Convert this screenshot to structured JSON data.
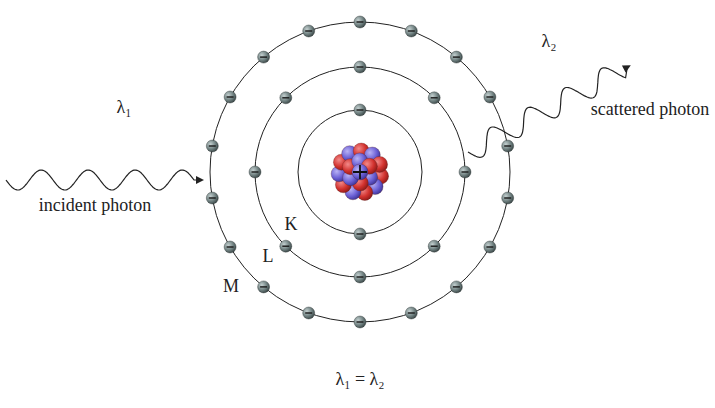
{
  "diagram": {
    "labels": [
      "λ₁",
      "incident photon",
      "λ₂",
      "scattered photon",
      "K",
      "L",
      "M",
      "λ₁ = λ₂"
    ]
  }
}
